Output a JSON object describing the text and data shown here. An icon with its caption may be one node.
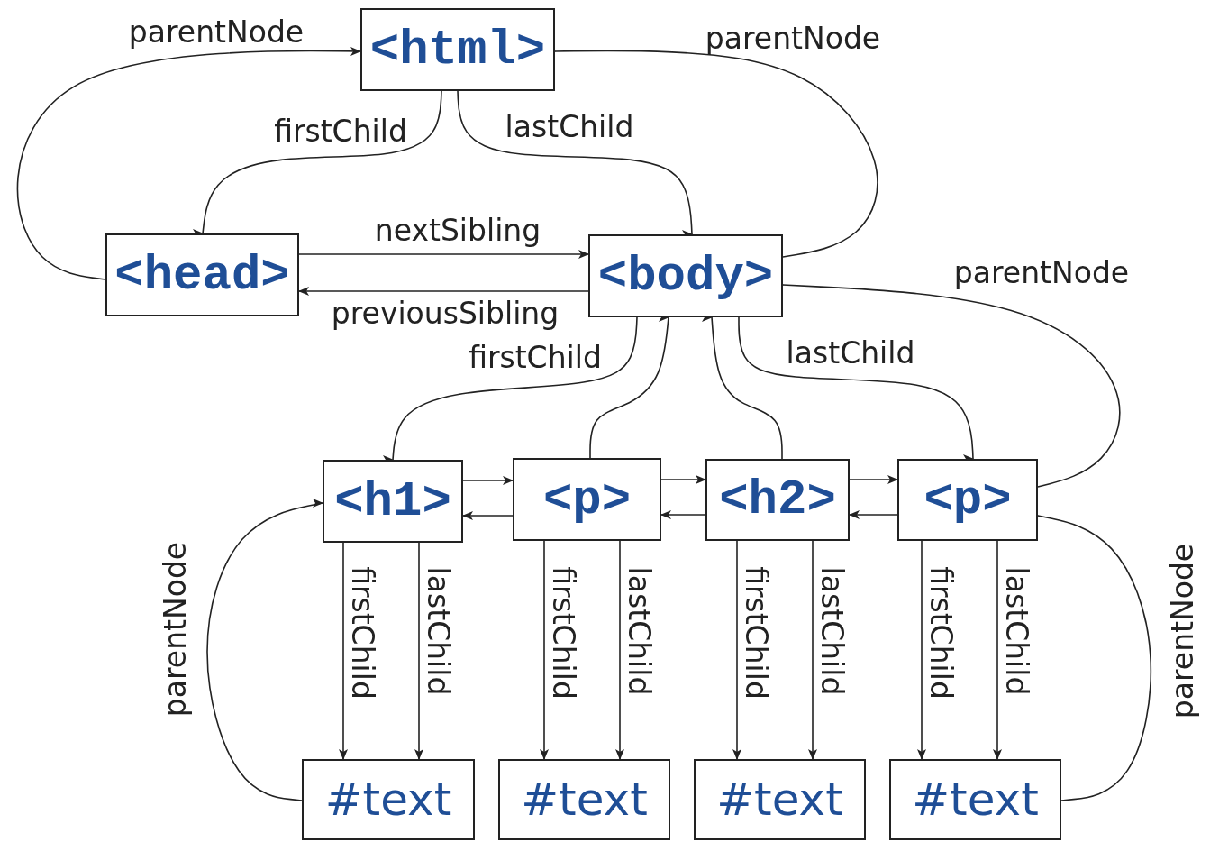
{
  "diagram": {
    "nodes": [
      {
        "text": [
          "<html>"
        ]
      },
      {
        "text": [
          "<head>"
        ]
      },
      {
        "text": [
          "<body>"
        ]
      },
      {
        "text": [
          "<h1>"
        ]
      },
      {
        "text": [
          "<p>"
        ]
      },
      {
        "text": [
          "<h2>"
        ]
      },
      {
        "text": [
          "<p>"
        ]
      },
      {
        "text": [
          "#text"
        ]
      },
      {
        "text": [
          "#text"
        ]
      },
      {
        "text": [
          "#text"
        ]
      },
      {
        "text": [
          "#text"
        ]
      }
    ],
    "edges": [
      {
        "from": 0,
        "to": 1,
        "arrow": "to",
        "label": "firstChild"
      },
      {
        "from": 0,
        "to": 2,
        "arrow": "to",
        "label": "lastChild"
      },
      {
        "from": 1,
        "to": 0,
        "arrow": "to",
        "label": "parentNode"
      },
      {
        "from": 2,
        "to": 0,
        "arrow": "to",
        "label": "parentNode"
      },
      {
        "from": 1,
        "to": 2,
        "arrow": "to",
        "label": "nextSibling"
      },
      {
        "from": 2,
        "to": 1,
        "arrow": "to",
        "label": "previousSibling"
      },
      {
        "from": 2,
        "to": 3,
        "arrow": "to",
        "label": "firstChild"
      },
      {
        "from": 4,
        "to": 2,
        "arrow": "to"
      },
      {
        "from": 5,
        "to": 2,
        "arrow": "to"
      },
      {
        "from": 2,
        "to": 6,
        "arrow": "to",
        "label": "lastChild"
      },
      {
        "from": 6,
        "to": 2,
        "arrow": "to",
        "label": "parentNode"
      },
      {
        "from": 3,
        "to": 4,
        "arrow": "to"
      },
      {
        "from": 4,
        "to": 3,
        "arrow": "to"
      },
      {
        "from": 4,
        "to": 5,
        "arrow": "to"
      },
      {
        "from": 5,
        "to": 4,
        "arrow": "to"
      },
      {
        "from": 5,
        "to": 6,
        "arrow": "to"
      },
      {
        "from": 6,
        "to": 5,
        "arrow": "to"
      },
      {
        "from": 3,
        "to": 7,
        "arrow": "to",
        "label": "firstChild"
      },
      {
        "from": 3,
        "to": 7,
        "arrow": "to",
        "label": "lastChild"
      },
      {
        "from": 4,
        "to": 8,
        "arrow": "to",
        "label": "firstChild"
      },
      {
        "from": 4,
        "to": 8,
        "arrow": "to",
        "label": "lastChild"
      },
      {
        "from": 5,
        "to": 9,
        "arrow": "to",
        "label": "firstChild"
      },
      {
        "from": 5,
        "to": 9,
        "arrow": "to",
        "label": "lastChild"
      },
      {
        "from": 6,
        "to": 10,
        "arrow": "to",
        "label": "firstChild"
      },
      {
        "from": 6,
        "to": 10,
        "arrow": "to",
        "label": "lastChild"
      },
      {
        "from": 7,
        "to": 3,
        "arrow": "to",
        "label": "parentNode"
      },
      {
        "from": 10,
        "to": 6,
        "arrow": "to",
        "label": "parentNode"
      }
    ]
  }
}
